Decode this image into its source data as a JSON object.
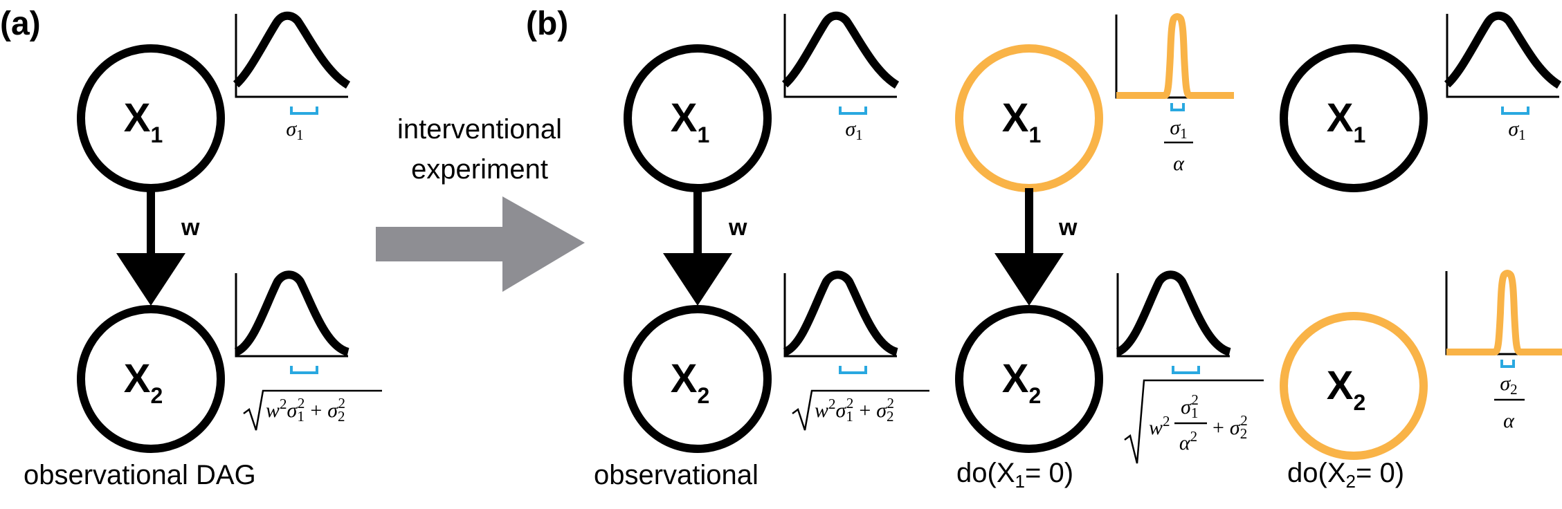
{
  "colors": {
    "ink": "#000000",
    "intervened": "#F9B347",
    "sigma_bracket": "#29A8E0",
    "arrow_grey": "#8E8E93"
  },
  "panel_a": {
    "label": "(a)",
    "caption": "observational DAG",
    "edge_weight": "w",
    "node_top": {
      "main": "X",
      "sub": "1"
    },
    "node_bottom": {
      "main": "X",
      "sub": "2"
    },
    "sd_top": {
      "sym": "σ",
      "sub": "1"
    },
    "sd_bottom": {
      "w": "w",
      "s1": "σ",
      "s1_sub": "1",
      "plus": "+",
      "s2": "σ",
      "s2_sub": "2",
      "sq": "2"
    }
  },
  "transition": {
    "line1": "interventional",
    "line2": "experiment"
  },
  "panel_b": {
    "label": "(b)",
    "observational": {
      "caption": "observational",
      "edge_weight": "w",
      "node_top": {
        "main": "X",
        "sub": "1"
      },
      "node_bottom": {
        "main": "X",
        "sub": "2"
      },
      "sd_top": {
        "sym": "σ",
        "sub": "1"
      },
      "sd_bottom": {
        "w": "w",
        "s1": "σ",
        "s1_sub": "1",
        "plus": "+",
        "s2": "σ",
        "s2_sub": "2",
        "sq": "2"
      }
    },
    "do_x1": {
      "caption_pre": "do(X",
      "caption_sub": "1",
      "caption_post": "= 0)",
      "edge_weight": "w",
      "node_top": {
        "main": "X",
        "sub": "1"
      },
      "node_bottom": {
        "main": "X",
        "sub": "2"
      },
      "sd_top": {
        "sym": "σ",
        "sub": "1",
        "den": "α"
      },
      "sd_bottom": {
        "w": "w",
        "s1": "σ",
        "s1_sub": "1",
        "den": "α",
        "plus": "+",
        "s2": "σ",
        "s2_sub": "2",
        "sq": "2"
      }
    },
    "do_x2": {
      "caption_pre": "do(X",
      "caption_sub": "2",
      "caption_post": "= 0)",
      "node_top": {
        "main": "X",
        "sub": "1"
      },
      "node_bottom": {
        "main": "X",
        "sub": "2"
      },
      "sd_top": {
        "sym": "σ",
        "sub": "1"
      },
      "sd_bottom": {
        "sym": "σ",
        "sub": "2",
        "den": "α"
      }
    }
  }
}
